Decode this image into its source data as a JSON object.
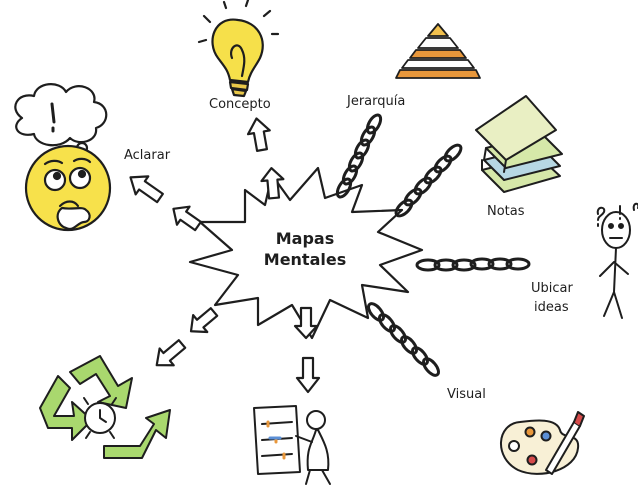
{
  "center": {
    "line1": "Mapas",
    "line2": "Mentales"
  },
  "branches": {
    "concepto": "Concepto",
    "jerarquia": "Jerarquía",
    "aclarar": "Aclarar",
    "notas": "Notas",
    "ubicar_line1": "Ubicar",
    "ubicar_line2": "ideas",
    "visual": "Visual"
  },
  "icons": [
    "light-bulb-icon",
    "pyramid-icon",
    "thought-bubble-icon",
    "thinking-face-icon",
    "sticky-notes-icon",
    "confused-person-icon",
    "recycle-clock-icon",
    "person-at-board-icon",
    "paint-palette-icon",
    "chain-icon",
    "arrow-icon"
  ],
  "colors": {
    "outline": "#1e1e1e",
    "bulb_yellow": "#f6e04a",
    "face_yellow": "#f7e14b",
    "recycle_green": "#a9d86e",
    "notes_green": "#d6e8a9",
    "notes_blue": "#b7d7e3",
    "pyramid_orange": "#e8973b",
    "pyramid_gold": "#f2c14e"
  }
}
